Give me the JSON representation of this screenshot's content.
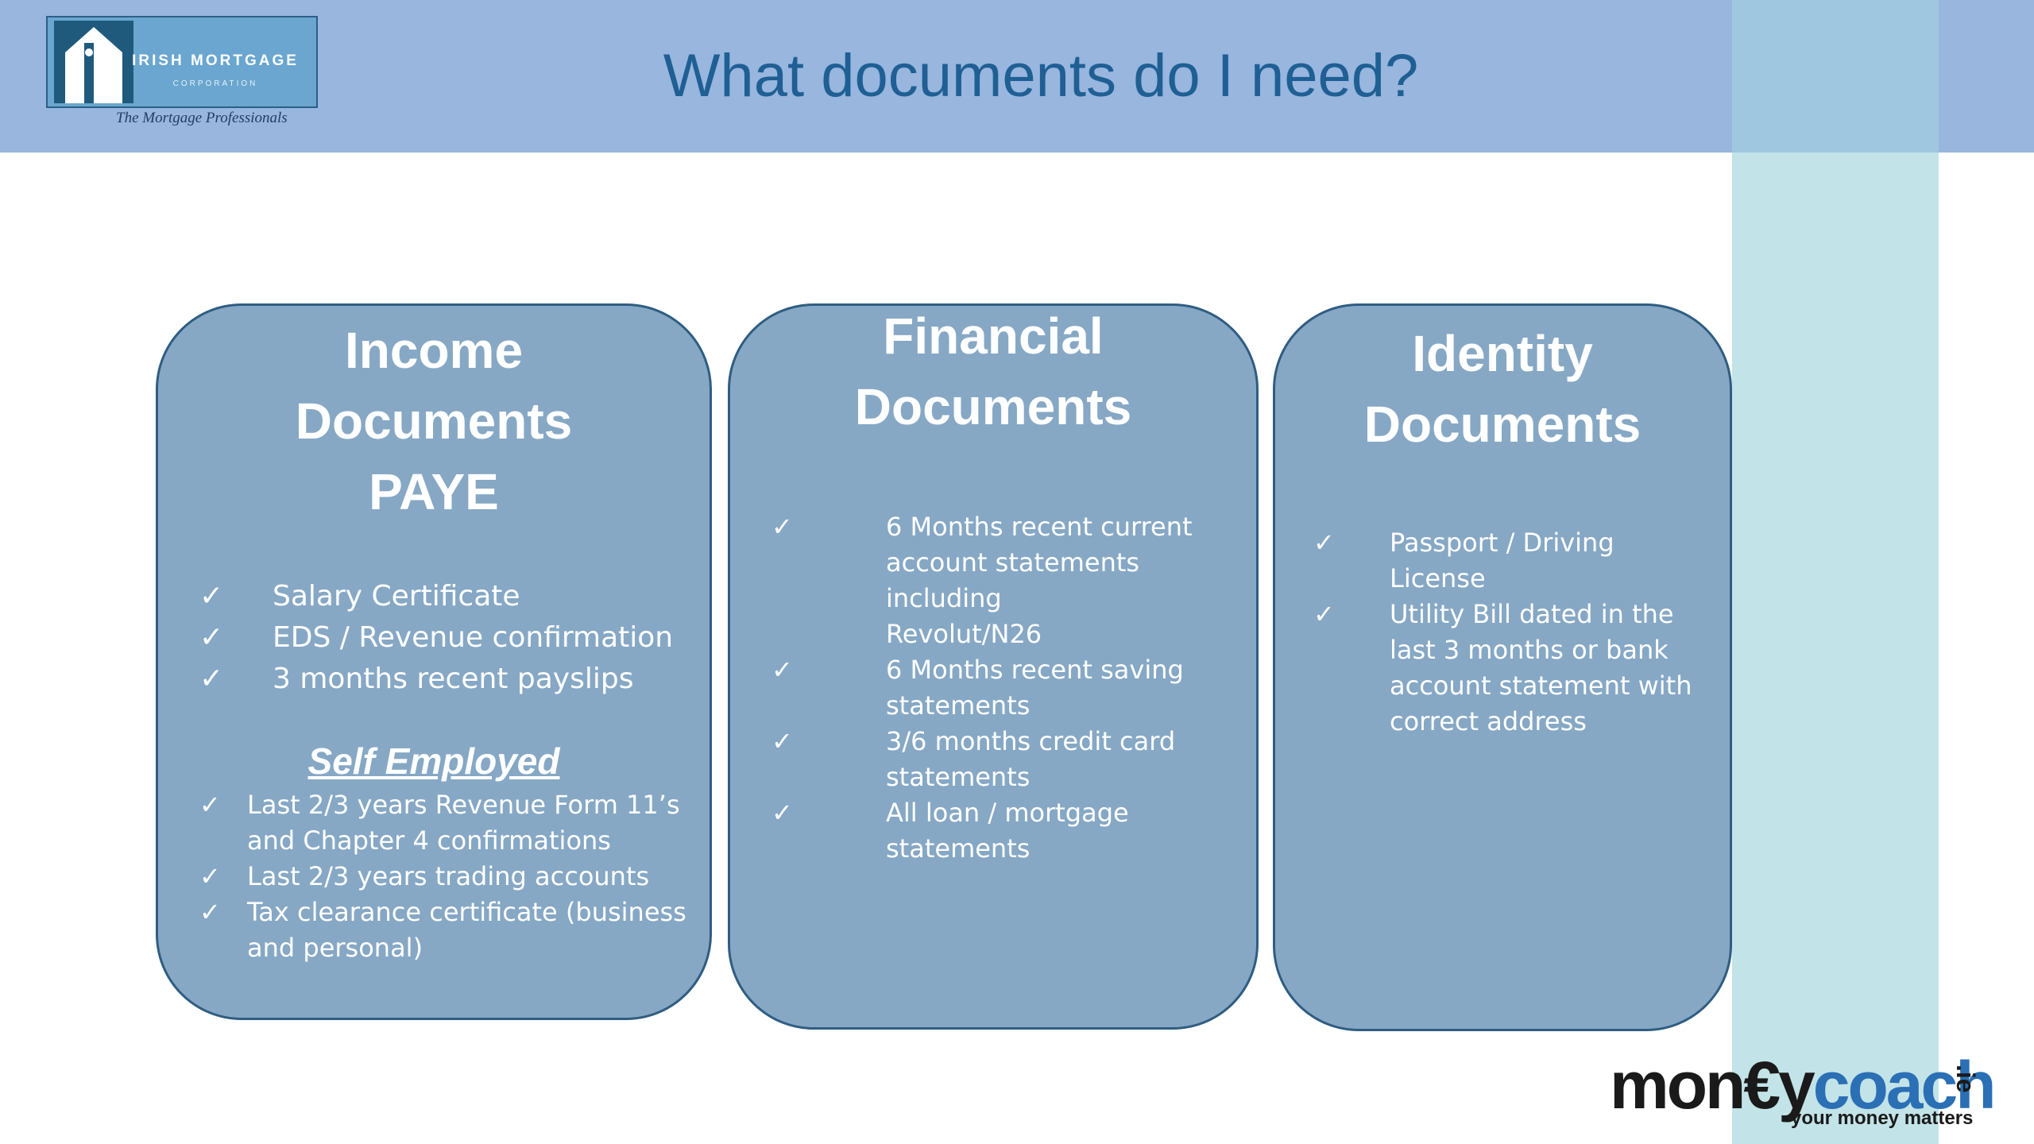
{
  "header": {
    "title": "What documents do I need?",
    "logo": {
      "name": "IRISH MORTGAGE",
      "subtitle": "CORPORATION",
      "tagline": "The Mortgage Professionals"
    }
  },
  "cards": [
    {
      "title_lines": [
        "Income",
        "Documents",
        "PAYE"
      ],
      "items": [
        "Salary Certificate",
        "EDS / Revenue confirmation",
        "3 months recent payslips"
      ],
      "subheading": "Self Employed",
      "sub_items": [
        [
          "Last 2/3 years Revenue Form 11’s",
          "and Chapter 4 confirmations"
        ],
        [
          "Last 2/3 years trading accounts"
        ],
        [
          "Tax clearance certificate (business",
          "and personal)"
        ]
      ]
    },
    {
      "title_lines": [
        "Financial",
        "Documents"
      ],
      "items": [
        [
          "6 Months recent current",
          "account statements including",
          "Revolut/N26"
        ],
        [
          "6 Months recent saving",
          "statements"
        ],
        [
          "3/6 months credit card",
          "statements"
        ],
        [
          "All loan / mortgage",
          "statements"
        ]
      ]
    },
    {
      "title_lines": [
        "Identity",
        "Documents"
      ],
      "items": [
        [
          "Passport / Driving",
          "License"
        ],
        [
          "Utility Bill dated in the",
          "last 3 months or bank",
          "account statement with",
          "correct address"
        ]
      ]
    }
  ],
  "check_glyph": "✓",
  "footer_logo": {
    "part1": "mon",
    "euro": "€",
    "part2": "y",
    "part3": "coach",
    "suffix": ".ie",
    "tagline": "your money matters"
  },
  "colors": {
    "header_bg": "#98b6de",
    "title": "#1f5f94",
    "card_fill": "#86a8c5",
    "card_border": "#2f5d82",
    "accent_strip": "#bfe1e6"
  }
}
